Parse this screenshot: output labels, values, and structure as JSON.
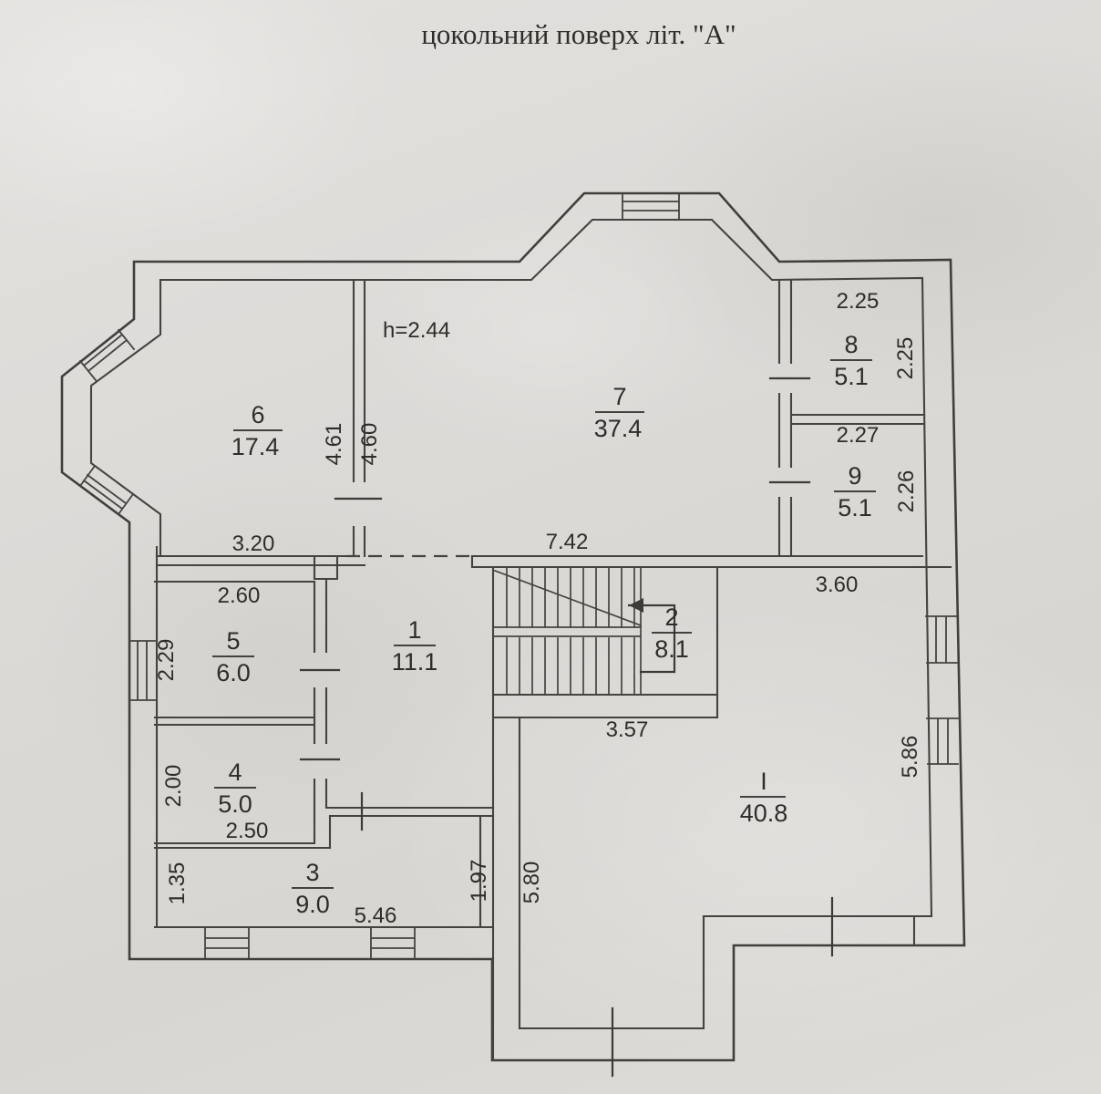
{
  "title": "цокольний поверх літ. \"А\"",
  "note_height": "h=2.44",
  "rooms": [
    {
      "number": "1",
      "area": "11.1"
    },
    {
      "number": "2",
      "area": "8.1"
    },
    {
      "number": "3",
      "area": "9.0"
    },
    {
      "number": "4",
      "area": "5.0"
    },
    {
      "number": "5",
      "area": "6.0"
    },
    {
      "number": "6",
      "area": "17.4"
    },
    {
      "number": "7",
      "area": "37.4"
    },
    {
      "number": "8",
      "area": "5.1"
    },
    {
      "number": "9",
      "area": "5.1"
    },
    {
      "number": "I",
      "area": "40.8"
    }
  ],
  "dimensions": {
    "room6_bottom": "3.20",
    "room7_bottom": "7.42",
    "room6_side": "4.61",
    "room7_side": "4.60",
    "room8_top": "2.25",
    "room8_side": "2.25",
    "room9_top": "2.27",
    "room9_side": "2.26",
    "room5_top": "2.60",
    "room5_side": "2.29",
    "room4_side": "2.00",
    "room4_bottom": "2.50",
    "room3_side": "1.35",
    "room3_bottom": "5.46",
    "hall_bottom": "3.57",
    "roomI_top": "3.60",
    "roomI_side": "5.86",
    "corridor_side": "1.97",
    "corridor_length": "5.80"
  }
}
